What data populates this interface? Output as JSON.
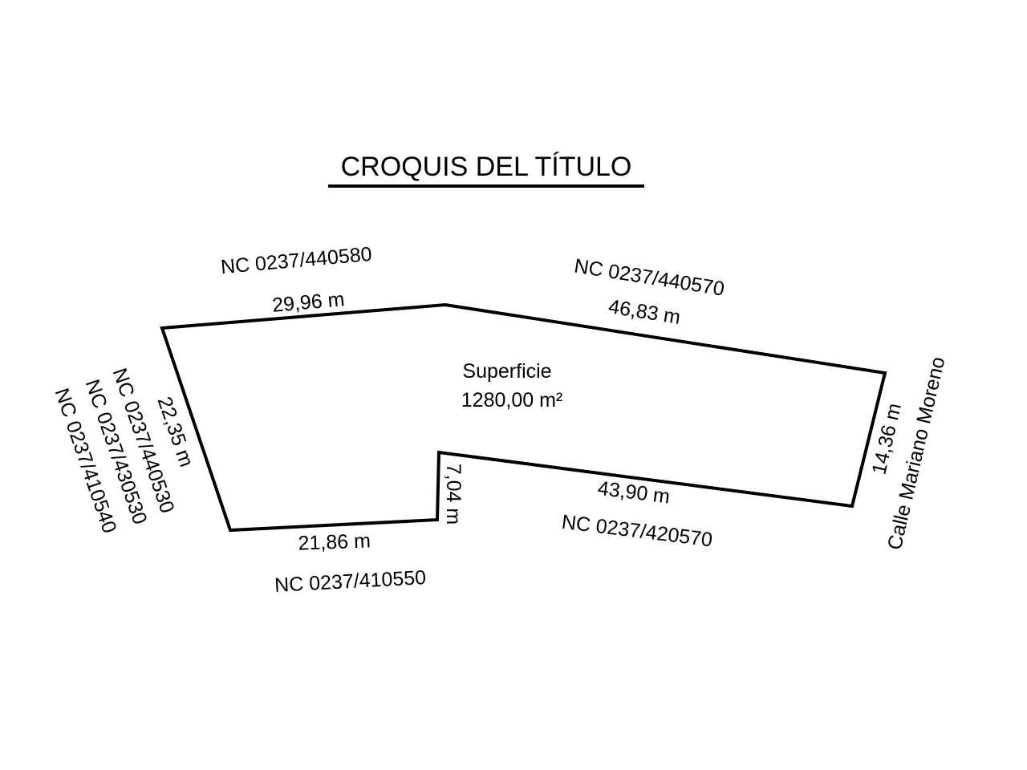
{
  "title": "CROQUIS DEL TÍTULO",
  "colors": {
    "ink": "#000000",
    "paper": "#ffffff"
  },
  "area": {
    "label": "Superficie",
    "value": "1280,00 m²"
  },
  "sides": {
    "north_west": "29,96 m",
    "north_east": "46,83 m",
    "east": "14,36 m",
    "south_east": "43,90 m",
    "inner_step": "7,04 m",
    "south_west": "21,86 m",
    "west": "22,35 m"
  },
  "neighbors": {
    "north_west": "NC 0237/440580",
    "north_east": "NC 0237/440570",
    "east_street": "Calle Mariano Moreno",
    "south_east": "NC 0237/420570",
    "south_west": "NC 0237/410550",
    "west_1": "NC 0237/440530",
    "west_2": "NC 0237/430530",
    "west_3": "NC 0237/410540"
  }
}
